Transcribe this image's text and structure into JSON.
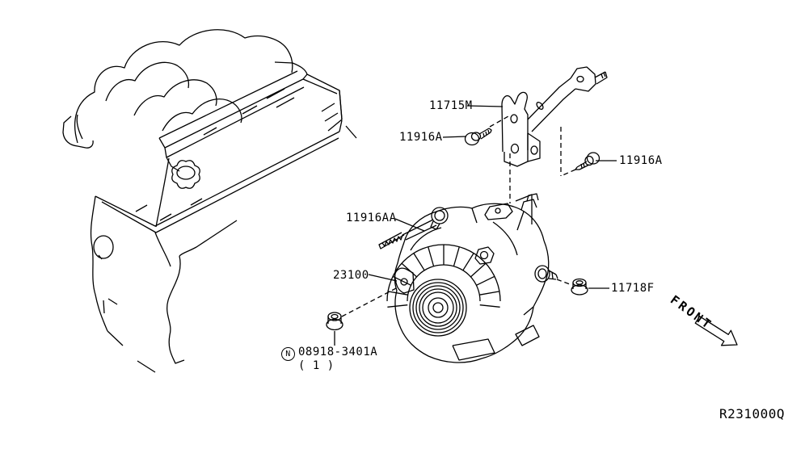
{
  "colors": {
    "background": "#ffffff",
    "line": "#000000",
    "text": "#000000"
  },
  "diagram": {
    "reference_code": "R231000Q",
    "front_indicator": "FRONT",
    "callouts": {
      "bracket": "11715M",
      "bolt_upper_left": "11916A",
      "bolt_upper_right": "11916A",
      "bolt_long": "11916AA",
      "alternator": "23100",
      "nut_rear": "11718F",
      "nut_front": {
        "prefix": "N",
        "number": "08918-3401A",
        "quantity": "( 1 )"
      }
    }
  }
}
